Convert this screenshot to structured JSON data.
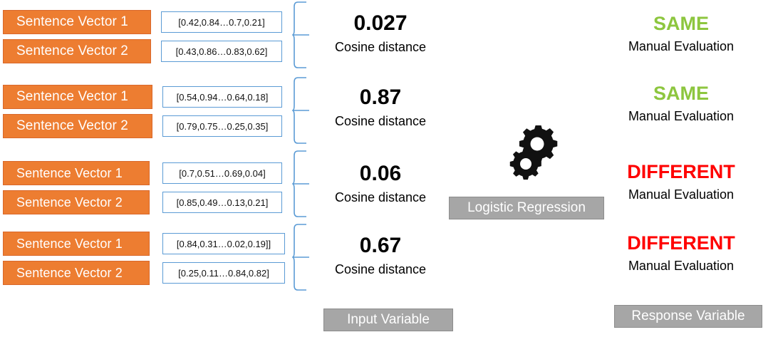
{
  "diagram": {
    "rows": [
      {
        "vector1_label": "Sentence Vector 1",
        "vector1_value": "[0.42,0.84…0.7,0.21]",
        "vector2_label": "Sentence Vector 2",
        "vector2_value": "[0.43,0.86…0.83,0.62]",
        "cosine_distance": "0.027",
        "cosine_caption": "Cosine distance",
        "verdict": "SAME",
        "verdict_color": "#8DC63F",
        "verdict_caption": "Manual Evaluation"
      },
      {
        "vector1_label": "Sentence Vector 1",
        "vector1_value": "[0.54,0.94…0.64,0.18]",
        "vector2_label": "Sentence Vector 2",
        "vector2_value": "[0.79,0.75…0.25,0.35]",
        "cosine_distance": "0.87",
        "cosine_caption": "Cosine distance",
        "verdict": "SAME",
        "verdict_color": "#8DC63F",
        "verdict_caption": "Manual Evaluation"
      },
      {
        "vector1_label": "Sentence Vector 1",
        "vector1_value": "[0.7,0.51…0.69,0.04]",
        "vector2_label": "Sentence Vector 2",
        "vector2_value": "[0.85,0.49…0.13,0.21]",
        "cosine_distance": "0.06",
        "cosine_caption": "Cosine distance",
        "verdict": "DIFFERENT",
        "verdict_color": "#FF0000",
        "verdict_caption": "Manual Evaluation"
      },
      {
        "vector1_label": "Sentence Vector 1",
        "vector1_value": "[0.84,0.31…0.02,0.19]]",
        "vector2_label": "Sentence Vector 2",
        "vector2_value": "[0.25,0.11…0.84,0.82]",
        "cosine_distance": "0.67",
        "cosine_caption": "Cosine distance",
        "verdict": "DIFFERENT",
        "verdict_color": "#FF0000",
        "verdict_caption": "Manual Evaluation"
      }
    ],
    "model_box_label": "Logistic Regression",
    "input_variable_label": "Input Variable",
    "response_variable_label": "Response Variable",
    "model_icon": "gears-icon",
    "colors": {
      "vector_label_fill": "#ED7D31",
      "vector_box_border": "#5B9BD5",
      "brace_stroke": "#5B9BD5",
      "gray_box_fill": "#A6A6A6",
      "same_color": "#8DC63F",
      "different_color": "#FF0000"
    }
  }
}
